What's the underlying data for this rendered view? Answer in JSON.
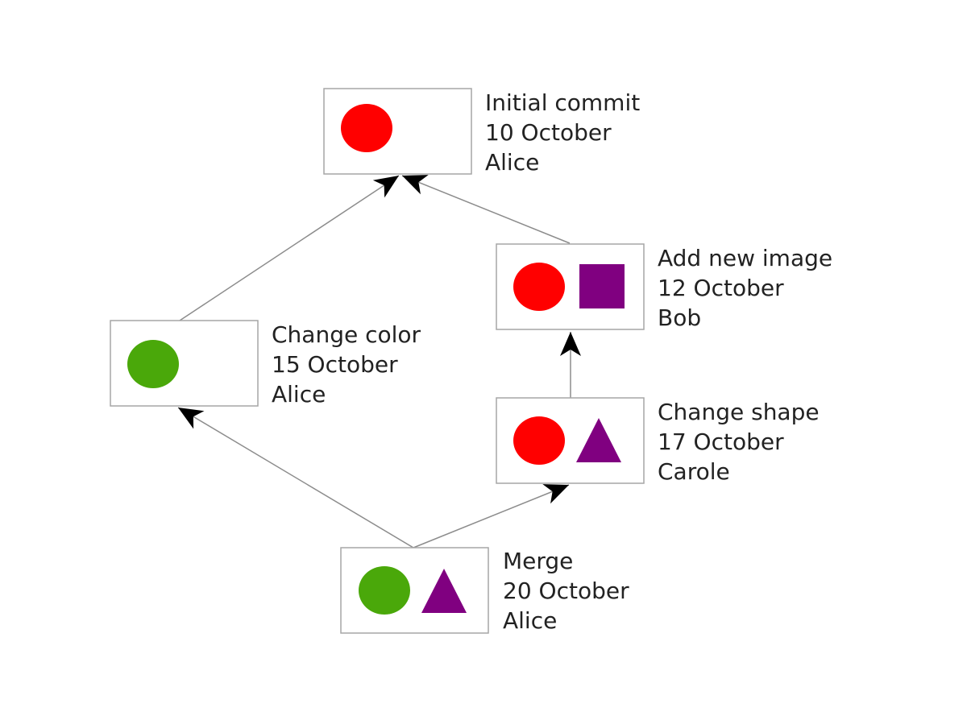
{
  "colors": {
    "red": "#ff0000",
    "green": "#4aa80a",
    "purple": "#800080"
  },
  "commits": [
    {
      "id": "initial",
      "message": "Initial commit",
      "date": "10 October",
      "author": "Alice",
      "shapes": [
        {
          "kind": "circle",
          "color": "red"
        }
      ]
    },
    {
      "id": "add-new-image",
      "message": "Add new image",
      "date": "12 October",
      "author": "Bob",
      "shapes": [
        {
          "kind": "circle",
          "color": "red"
        },
        {
          "kind": "square",
          "color": "purple"
        }
      ]
    },
    {
      "id": "change-color",
      "message": "Change color",
      "date": "15 October",
      "author": "Alice",
      "shapes": [
        {
          "kind": "circle",
          "color": "green"
        }
      ]
    },
    {
      "id": "change-shape",
      "message": "Change shape",
      "date": "17 October",
      "author": "Carole",
      "shapes": [
        {
          "kind": "circle",
          "color": "red"
        },
        {
          "kind": "triangle",
          "color": "purple"
        }
      ]
    },
    {
      "id": "merge",
      "message": "Merge",
      "date": "20 October",
      "author": "Alice",
      "shapes": [
        {
          "kind": "circle",
          "color": "green"
        },
        {
          "kind": "triangle",
          "color": "purple"
        }
      ]
    }
  ],
  "edges": [
    {
      "from": "change-color",
      "to": "initial"
    },
    {
      "from": "add-new-image",
      "to": "initial"
    },
    {
      "from": "change-shape",
      "to": "add-new-image"
    },
    {
      "from": "merge",
      "to": "change-color"
    },
    {
      "from": "merge",
      "to": "change-shape"
    }
  ]
}
